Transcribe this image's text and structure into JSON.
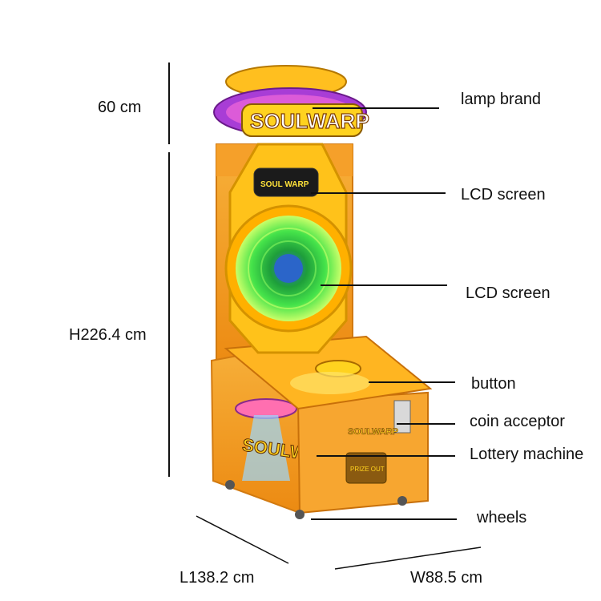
{
  "dimensions": {
    "top_height": "60 cm",
    "body_height": "H226.4 cm",
    "length": "L138.2 cm",
    "width": "W88.5 cm"
  },
  "callouts": [
    {
      "label": "lamp brand"
    },
    {
      "label": "LCD screen"
    },
    {
      "label": "LCD screen"
    },
    {
      "label": "button"
    },
    {
      "label": "coin acceptor"
    },
    {
      "label": "Lottery machine"
    },
    {
      "label": "wheels"
    }
  ],
  "machine": {
    "brand_text": "SOULWARP",
    "screen_text": "SOUL WARP",
    "side_text": "SOULWARP",
    "prize_text": "PRIZE OUT"
  },
  "colors": {
    "cabinet_orange": "#f39a1f",
    "frame_yellow": "#ffc21a",
    "tunnel_green": "#38d13a",
    "sign_purple": "#a83dd6"
  }
}
